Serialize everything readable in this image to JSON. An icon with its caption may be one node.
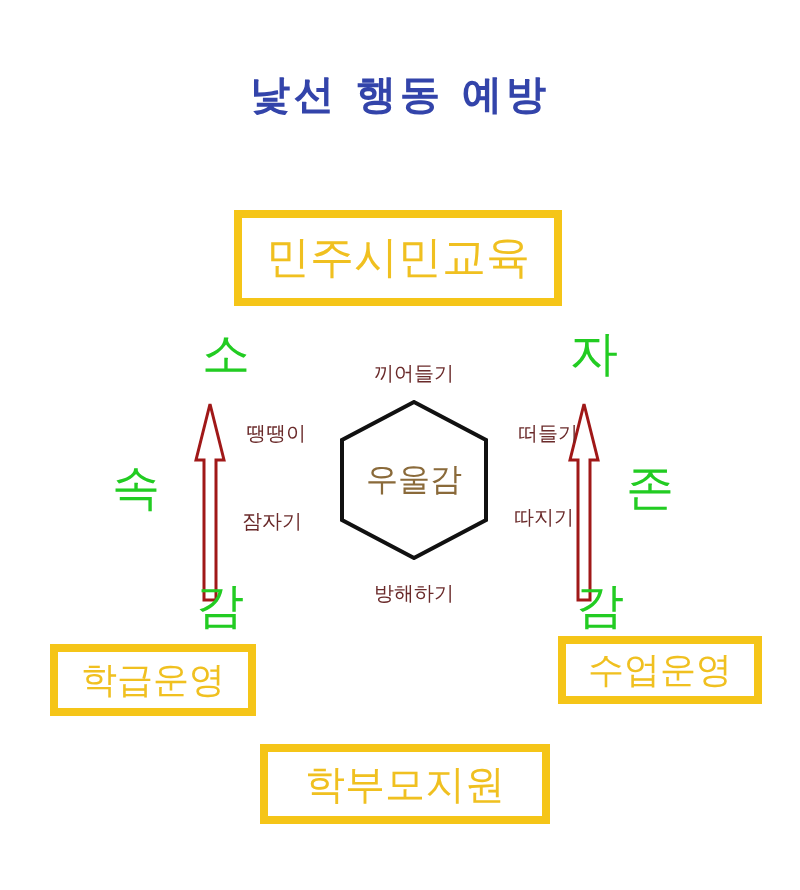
{
  "diagram": {
    "title": "낯선 행동 예방",
    "nodes": [
      {
        "text": [
          "민주시민교육"
        ]
      },
      {
        "text": [
          "우울감"
        ],
        "beside": [
          "끼어들기",
          "땡땡이",
          "떠들기",
          "잠자기",
          "따지기",
          "방해하기"
        ]
      },
      {
        "text": [
          "학급운영"
        ]
      },
      {
        "text": [
          "수업운영"
        ]
      },
      {
        "text": [
          "학부모지원"
        ]
      }
    ],
    "edges": [],
    "labels": [
      "소",
      "자",
      "속",
      "존",
      "감",
      "감"
    ]
  }
}
